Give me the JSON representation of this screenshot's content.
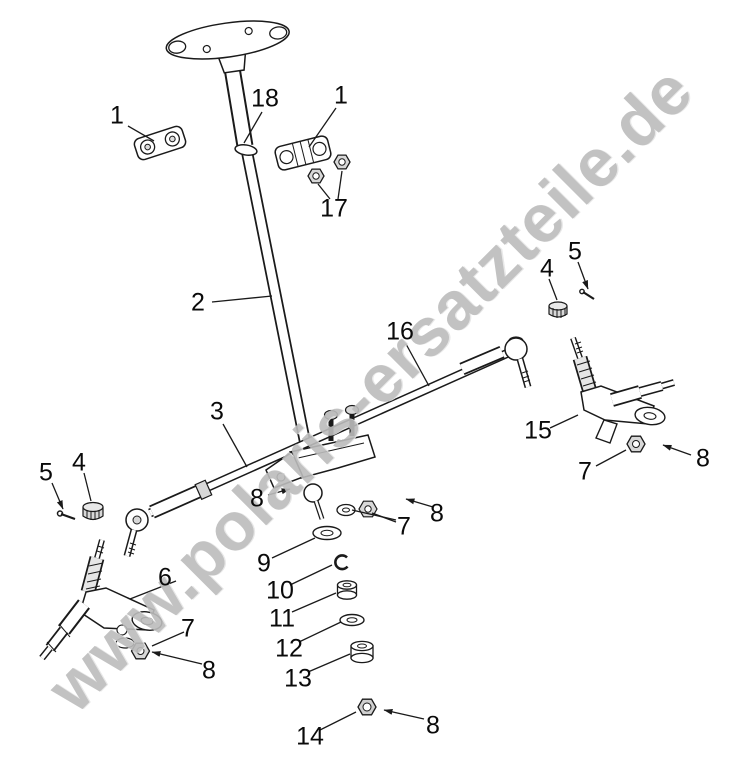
{
  "watermark": {
    "text": "www.polaris-ersatzteile.de",
    "color": "#bcbcbc"
  },
  "diagram": {
    "callouts": [
      {
        "text": "1"
      },
      {
        "text": "18"
      },
      {
        "text": "1"
      },
      {
        "text": "17"
      },
      {
        "text": "2"
      },
      {
        "text": "16"
      },
      {
        "text": "3"
      },
      {
        "text": "5"
      },
      {
        "text": "4"
      },
      {
        "text": "4"
      },
      {
        "text": "5"
      },
      {
        "text": "15"
      },
      {
        "text": "7"
      },
      {
        "text": "8"
      },
      {
        "text": "8"
      },
      {
        "text": "7"
      },
      {
        "text": "8"
      },
      {
        "text": "6"
      },
      {
        "text": "9"
      },
      {
        "text": "10"
      },
      {
        "text": "11"
      },
      {
        "text": "12"
      },
      {
        "text": "13"
      },
      {
        "text": "7"
      },
      {
        "text": "8"
      },
      {
        "text": "14"
      },
      {
        "text": "8"
      }
    ]
  }
}
